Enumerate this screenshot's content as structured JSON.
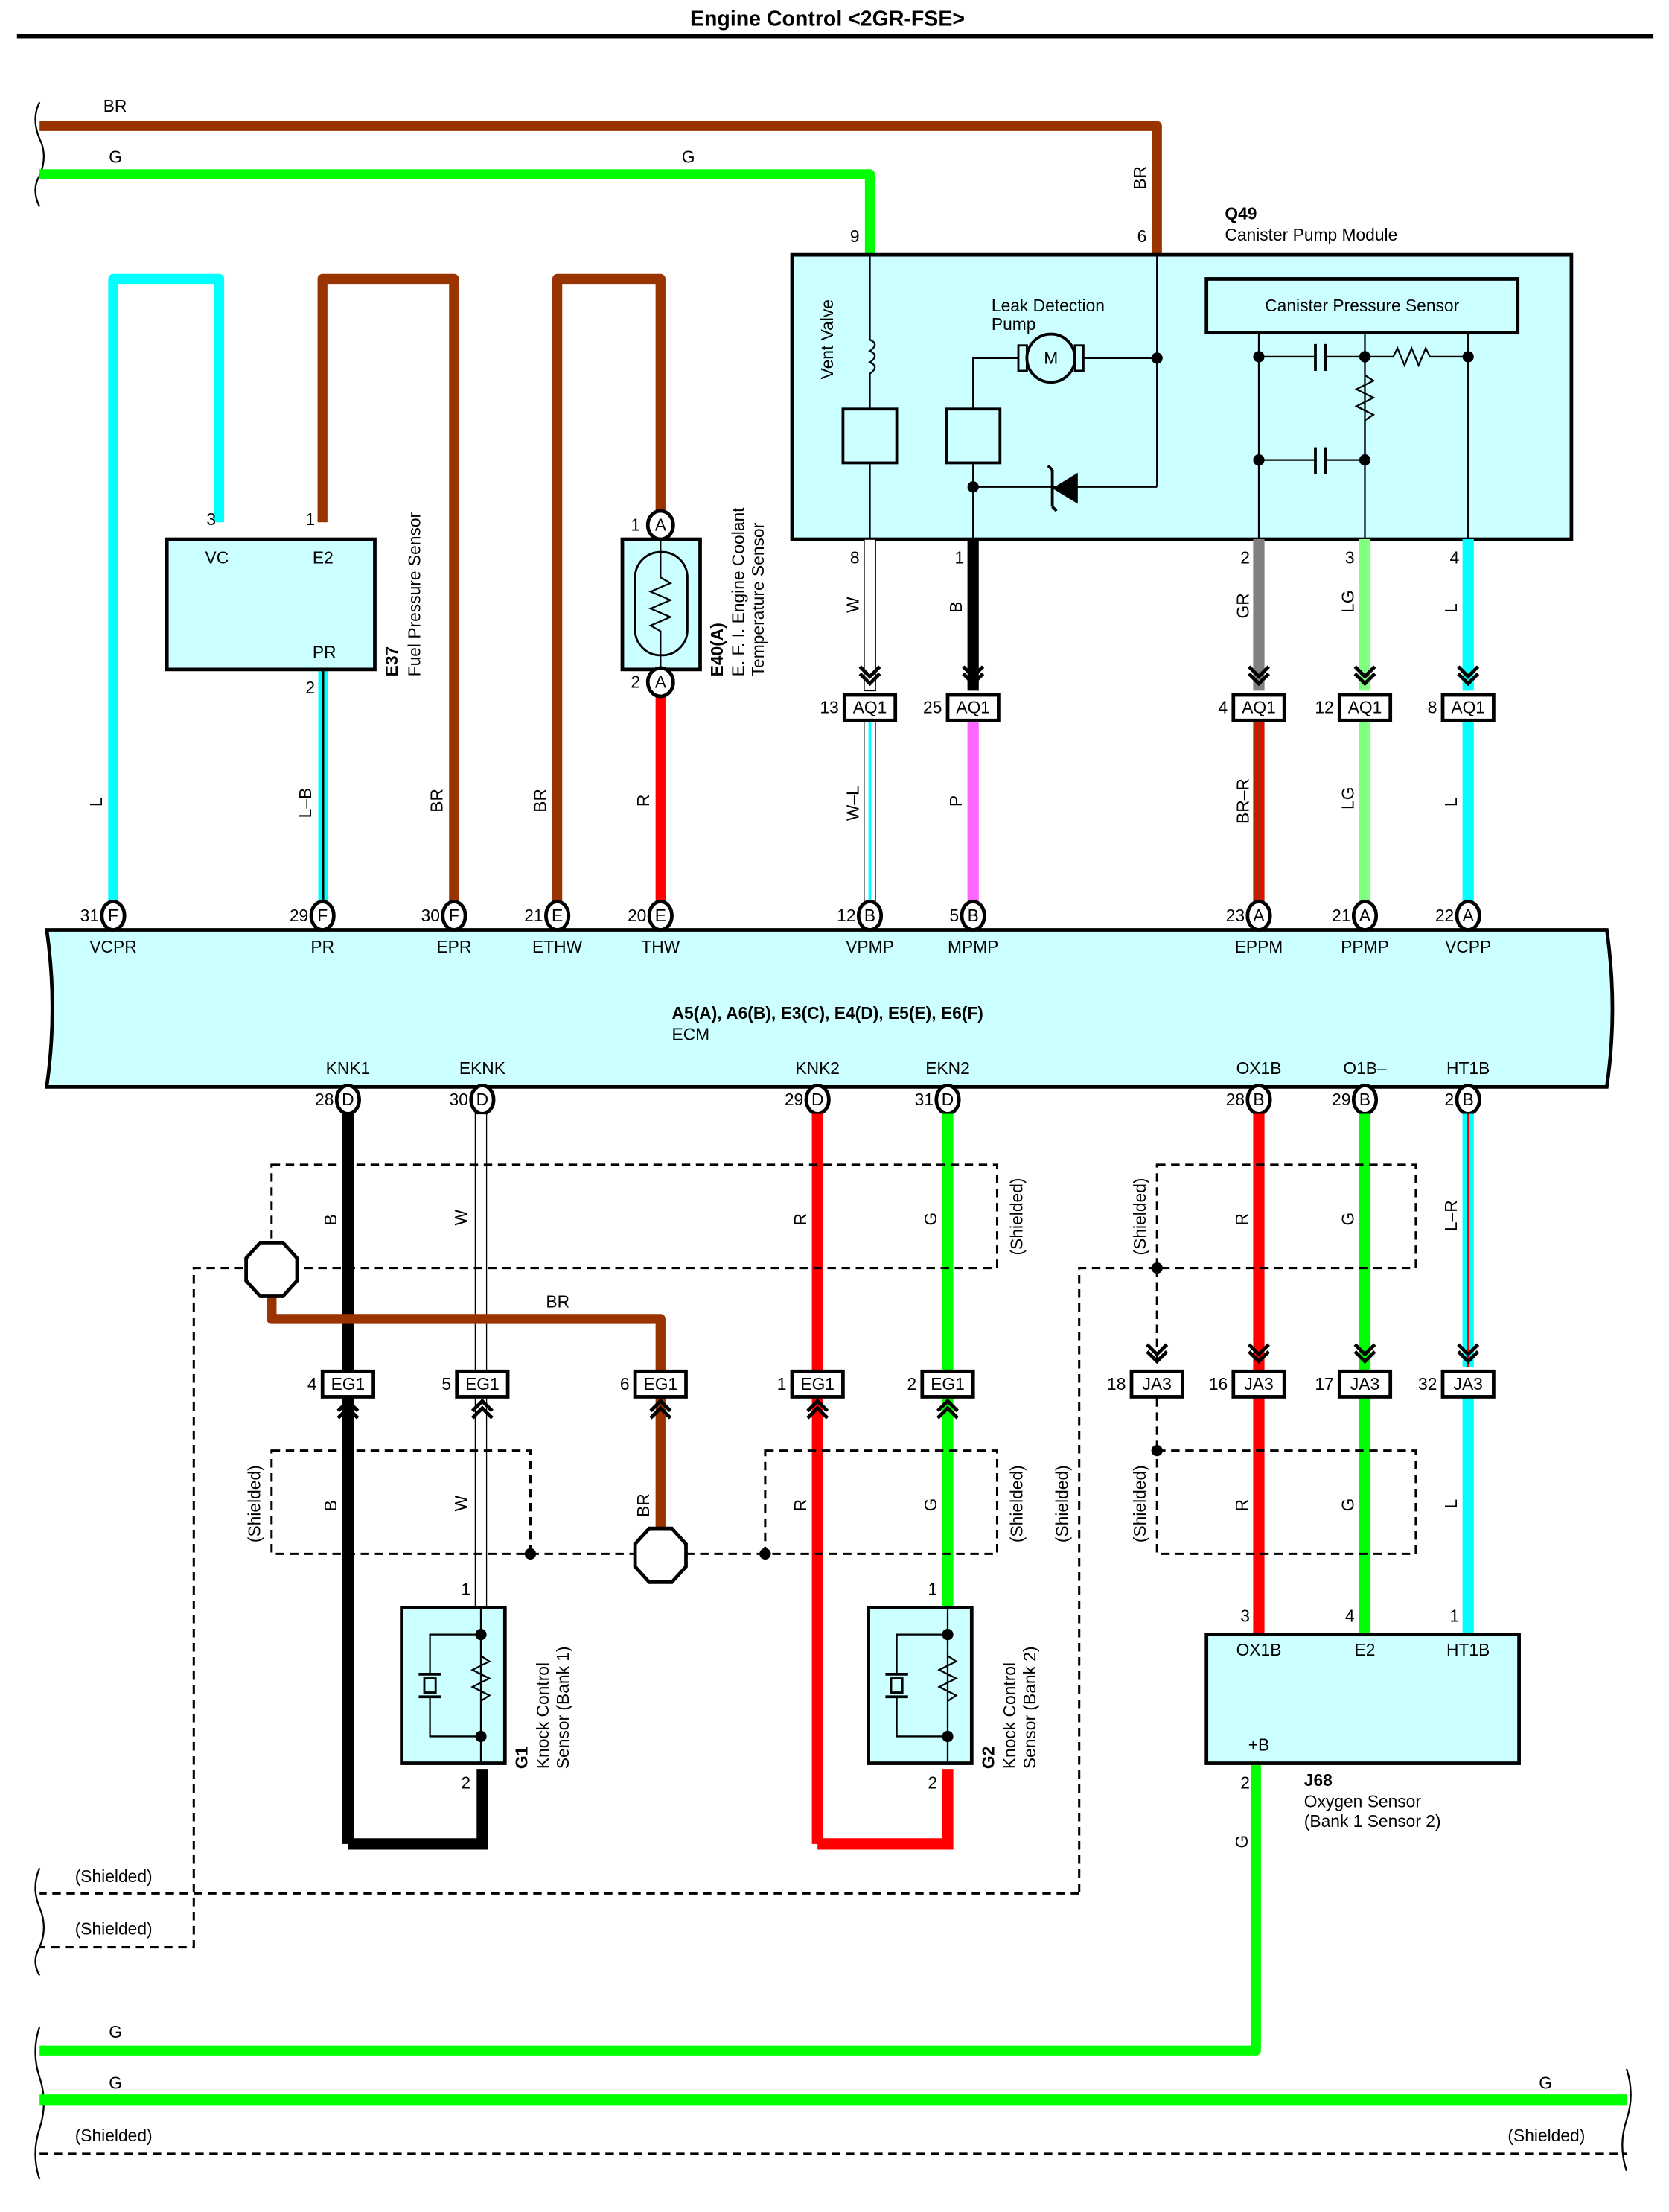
{
  "title": "Engine Control <2GR-FSE>",
  "colors": {
    "BR": "#993300",
    "G": "#00ff00",
    "L": "#00ffff",
    "R": "#ff0000",
    "B": "#000000",
    "W": "#ffffff",
    "P": "#ff66ff",
    "GR": "#808080",
    "LG": "#80ff80",
    "component_fill": "#ccffff"
  },
  "top_wires": {
    "br_label": "BR",
    "g_label_left": "G",
    "g_label_mid": "G",
    "br_vertical_label": "BR"
  },
  "q49": {
    "id": "Q49",
    "name": "Canister Pump Module",
    "pin_9": "9",
    "pin_6": "6",
    "vent_valve": "Vent Valve",
    "leak_pump_line1": "Leak Detection",
    "leak_pump_line2": "Pump",
    "motor": "M",
    "pressure_sensor": "Canister Pressure Sensor",
    "bottom_pins": [
      "8",
      "1",
      "2",
      "3",
      "4"
    ],
    "bottom_wire_colors": [
      "W",
      "B",
      "GR",
      "LG",
      "L"
    ]
  },
  "aq1": [
    {
      "pin": "13",
      "label": "AQ1",
      "lower_color": "W–L"
    },
    {
      "pin": "25",
      "label": "AQ1",
      "lower_color": "P"
    },
    {
      "pin": "4",
      "label": "AQ1",
      "lower_color": "BR–R"
    },
    {
      "pin": "12",
      "label": "AQ1",
      "lower_color": "LG"
    },
    {
      "pin": "8",
      "label": "AQ1",
      "lower_color": "L"
    }
  ],
  "e37": {
    "id": "E37",
    "name": "Fuel Pressure Sensor",
    "pin_vc": "3",
    "pin_e2": "1",
    "pin_pr": "2",
    "lbl_vc": "VC",
    "lbl_e2": "E2",
    "lbl_pr": "PR"
  },
  "e40": {
    "id": "E40(A)",
    "name_line1": "E. F. I.  Engine Coolant",
    "name_line2": "Temperature Sensor",
    "pin1": "1",
    "pin2": "2",
    "conn": "A"
  },
  "left_wire_labels": {
    "vcpr": "L",
    "pr": "L–B",
    "epr": "BR",
    "ethw": "BR",
    "thw": "R"
  },
  "ecm": {
    "name_line1": "A5(A), A6(B), E3(C), E4(D), E5(E), E6(F)",
    "name_line2": "ECM",
    "top_terminals": [
      {
        "pin": "31",
        "conn": "F",
        "name": "VCPR"
      },
      {
        "pin": "29",
        "conn": "F",
        "name": "PR"
      },
      {
        "pin": "30",
        "conn": "F",
        "name": "EPR"
      },
      {
        "pin": "21",
        "conn": "E",
        "name": "ETHW"
      },
      {
        "pin": "20",
        "conn": "E",
        "name": "THW"
      },
      {
        "pin": "12",
        "conn": "B",
        "name": "VPMP"
      },
      {
        "pin": "5",
        "conn": "B",
        "name": "MPMP"
      },
      {
        "pin": "23",
        "conn": "A",
        "name": "EPPM"
      },
      {
        "pin": "21",
        "conn": "A",
        "name": "PPMP"
      },
      {
        "pin": "22",
        "conn": "A",
        "name": "VCPP"
      }
    ],
    "bottom_terminals": [
      {
        "pin": "28",
        "conn": "D",
        "name": "KNK1"
      },
      {
        "pin": "30",
        "conn": "D",
        "name": "EKNK"
      },
      {
        "pin": "29",
        "conn": "D",
        "name": "KNK2"
      },
      {
        "pin": "31",
        "conn": "D",
        "name": "EKN2"
      },
      {
        "pin": "28",
        "conn": "B",
        "name": "OX1B"
      },
      {
        "pin": "29",
        "conn": "B",
        "name": "O1B–"
      },
      {
        "pin": "2",
        "conn": "B",
        "name": "HT1B"
      }
    ]
  },
  "knock": {
    "wire_labels_upper": [
      "B",
      "W",
      "R",
      "G"
    ],
    "wire_labels_lower": [
      "B",
      "W",
      "BR",
      "R",
      "G"
    ],
    "br_label": "BR",
    "shielded": "(Shielded)",
    "eg1": [
      {
        "pin": "4",
        "label": "EG1"
      },
      {
        "pin": "5",
        "label": "EG1"
      },
      {
        "pin": "6",
        "label": "EG1"
      },
      {
        "pin": "1",
        "label": "EG1"
      },
      {
        "pin": "2",
        "label": "EG1"
      }
    ],
    "g1": {
      "id": "G1",
      "line1": "Knock Control",
      "line2": "Sensor (Bank 1)",
      "pin1": "1",
      "pin2": "2"
    },
    "g2": {
      "id": "G2",
      "line1": "Knock Control",
      "line2": "Sensor (Bank 2)",
      "pin1": "1",
      "pin2": "2"
    }
  },
  "oxygen": {
    "wire_labels_upper": [
      "R",
      "G",
      "L–R"
    ],
    "wire_labels_lower": [
      "R",
      "G",
      "L"
    ],
    "ja3": [
      {
        "pin": "18",
        "label": "JA3"
      },
      {
        "pin": "16",
        "label": "JA3"
      },
      {
        "pin": "17",
        "label": "JA3"
      },
      {
        "pin": "32",
        "label": "JA3"
      }
    ],
    "j68": {
      "id": "J68",
      "line1": "Oxygen Sensor",
      "line2": "(Bank 1 Sensor 2)",
      "pin_ox1b": "3",
      "pin_e2": "4",
      "pin_ht1b": "1",
      "pin_b": "2",
      "lbl_ox1b": "OX1B",
      "lbl_e2": "E2",
      "lbl_ht1b": "HT1B",
      "lbl_b": "+B"
    },
    "g_wire_label": "G"
  },
  "bottom": {
    "shielded_1": "(Shielded)",
    "shielded_2": "(Shielded)",
    "g_label_1": "G",
    "g_label_2": "G",
    "g_label_2_right": "G",
    "shielded_3": "(Shielded)",
    "shielded_3_right": "(Shielded)"
  }
}
